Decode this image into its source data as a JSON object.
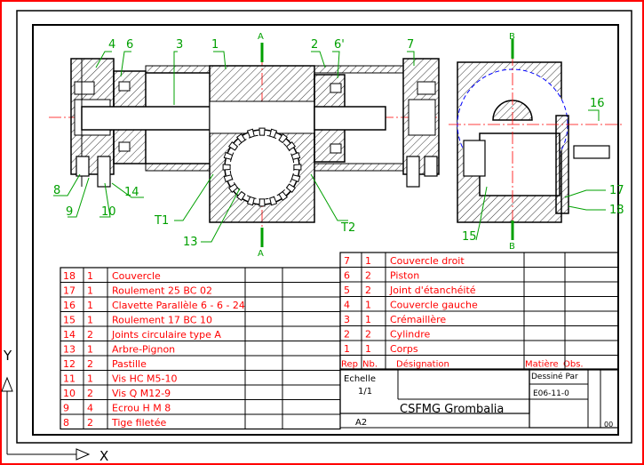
{
  "section_labels": {
    "a_top": "A",
    "a_bottom": "A",
    "b_top": "B",
    "b_bottom": "B"
  },
  "part_callouts": {
    "n4": "4",
    "n6": "6",
    "n3": "3",
    "n1": "1",
    "n2": "2",
    "n6p": "6'",
    "n7": "7",
    "n16": "16",
    "n17": "17",
    "n18": "18",
    "n15": "15",
    "n8": "8",
    "n9": "9",
    "n10": "10",
    "n14": "14",
    "t1": "T1",
    "n13": "13",
    "t2": "T2"
  },
  "bom_left": [
    {
      "rep": "18",
      "nb": "1",
      "designation": "Couvercle"
    },
    {
      "rep": "17",
      "nb": "1",
      "designation": "Roulement 25 BC 02"
    },
    {
      "rep": "16",
      "nb": "1",
      "designation": "Clavette Parallèle 6 - 6 - 24"
    },
    {
      "rep": "15",
      "nb": "1",
      "designation": "Roulement 17 BC 10"
    },
    {
      "rep": "14",
      "nb": "2",
      "designation": "Joints circulaire type A"
    },
    {
      "rep": "13",
      "nb": "1",
      "designation": "Arbre-Pignon"
    },
    {
      "rep": "12",
      "nb": "2",
      "designation": "Pastille"
    },
    {
      "rep": "11",
      "nb": "1",
      "designation": "Vis HC M5-10"
    },
    {
      "rep": "10",
      "nb": "2",
      "designation": "Vis Q M12-9"
    },
    {
      "rep": "9",
      "nb": "4",
      "designation": "Ecrou H M 8"
    },
    {
      "rep": "8",
      "nb": "2",
      "designation": "Tige filetée"
    }
  ],
  "bom_right": [
    {
      "rep": "7",
      "nb": "1",
      "designation": "Couvercle droit"
    },
    {
      "rep": "6",
      "nb": "2",
      "designation": "Piston"
    },
    {
      "rep": "5",
      "nb": "2",
      "designation": "Joint d'étanchéité"
    },
    {
      "rep": "4",
      "nb": "1",
      "designation": "Couvercle gauche"
    },
    {
      "rep": "3",
      "nb": "1",
      "designation": "Crémaillère"
    },
    {
      "rep": "2",
      "nb": "2",
      "designation": "Cylindre"
    },
    {
      "rep": "1",
      "nb": "1",
      "designation": "Corps"
    }
  ],
  "bom_header": {
    "rep": "Rep",
    "nb": "Nb.",
    "designation": "Désignation",
    "matiere": "Matière",
    "obs": "Obs."
  },
  "title_block": {
    "echelle_label": "Echelle",
    "echelle_value": "1/1",
    "dessine_par": "Dessiné Par",
    "date": "E06-11-0",
    "title": "CSFMG  Grombalia",
    "format": "A2",
    "sheet": "00"
  },
  "axes": {
    "x_label": "X",
    "y_label": "Y"
  },
  "colors": {
    "frame": "#ff0000",
    "outline": "#000000",
    "centerline": "#ff0000",
    "callout": "#00a000",
    "text": "#ff0000",
    "circle": "#0000ff",
    "table_line": "#000000"
  }
}
